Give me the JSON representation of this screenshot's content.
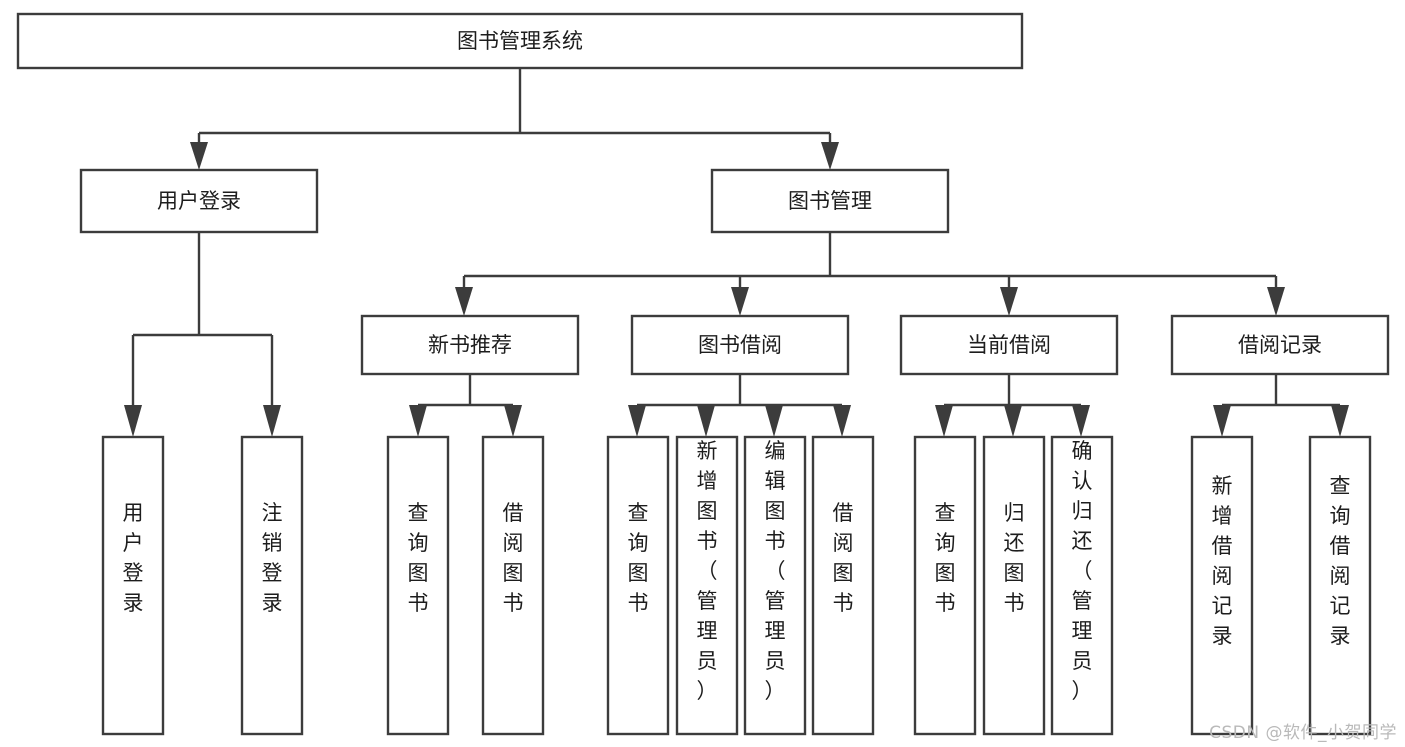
{
  "diagram": {
    "title": "图书管理系统",
    "type": "tree-hierarchy-chart",
    "background_color": "#ffffff",
    "box_stroke_color": "#3c3c3c",
    "box_fill_color": "#ffffff",
    "text_color": "#1d1d1d",
    "root": {
      "id": "root",
      "label": "图书管理系统"
    },
    "level2": [
      {
        "id": "user-login",
        "label": "用户登录"
      },
      {
        "id": "book-management",
        "label": "图书管理"
      }
    ],
    "level3": [
      {
        "id": "new-book-recommend",
        "label": "新书推荐",
        "parent": "book-management"
      },
      {
        "id": "book-borrow",
        "label": "图书借阅",
        "parent": "book-management"
      },
      {
        "id": "current-borrow",
        "label": "当前借阅",
        "parent": "book-management"
      },
      {
        "id": "borrow-record",
        "label": "借阅记录",
        "parent": "book-management"
      }
    ],
    "leaves": [
      {
        "id": "leaf-user-login",
        "label": "用户登录",
        "parent": "user-login"
      },
      {
        "id": "leaf-logout-login",
        "label": "注销登录",
        "parent": "user-login"
      },
      {
        "id": "leaf-query-book-1",
        "label": "查询图书",
        "parent": "new-book-recommend"
      },
      {
        "id": "leaf-borrow-book-1",
        "label": "借阅图书",
        "parent": "new-book-recommend"
      },
      {
        "id": "leaf-query-book-2",
        "label": "查询图书",
        "parent": "book-borrow"
      },
      {
        "id": "leaf-add-book",
        "label": "新增图书（管理员）",
        "parent": "book-borrow"
      },
      {
        "id": "leaf-edit-book",
        "label": "编辑图书（管理员）",
        "parent": "book-borrow"
      },
      {
        "id": "leaf-borrow-book-2",
        "label": "借阅图书",
        "parent": "book-borrow"
      },
      {
        "id": "leaf-query-book-3",
        "label": "查询图书",
        "parent": "current-borrow"
      },
      {
        "id": "leaf-return-book",
        "label": "归还图书",
        "parent": "current-borrow"
      },
      {
        "id": "leaf-confirm-return",
        "label": "确认归还（管理员）",
        "parent": "current-borrow"
      },
      {
        "id": "leaf-add-record",
        "label": "新增借阅记录",
        "parent": "borrow-record"
      },
      {
        "id": "leaf-query-record",
        "label": "查询借阅记录",
        "parent": "borrow-record"
      }
    ]
  },
  "watermark": {
    "text": "CSDN @软件_小贺同学",
    "color": "#b9b9b9"
  }
}
